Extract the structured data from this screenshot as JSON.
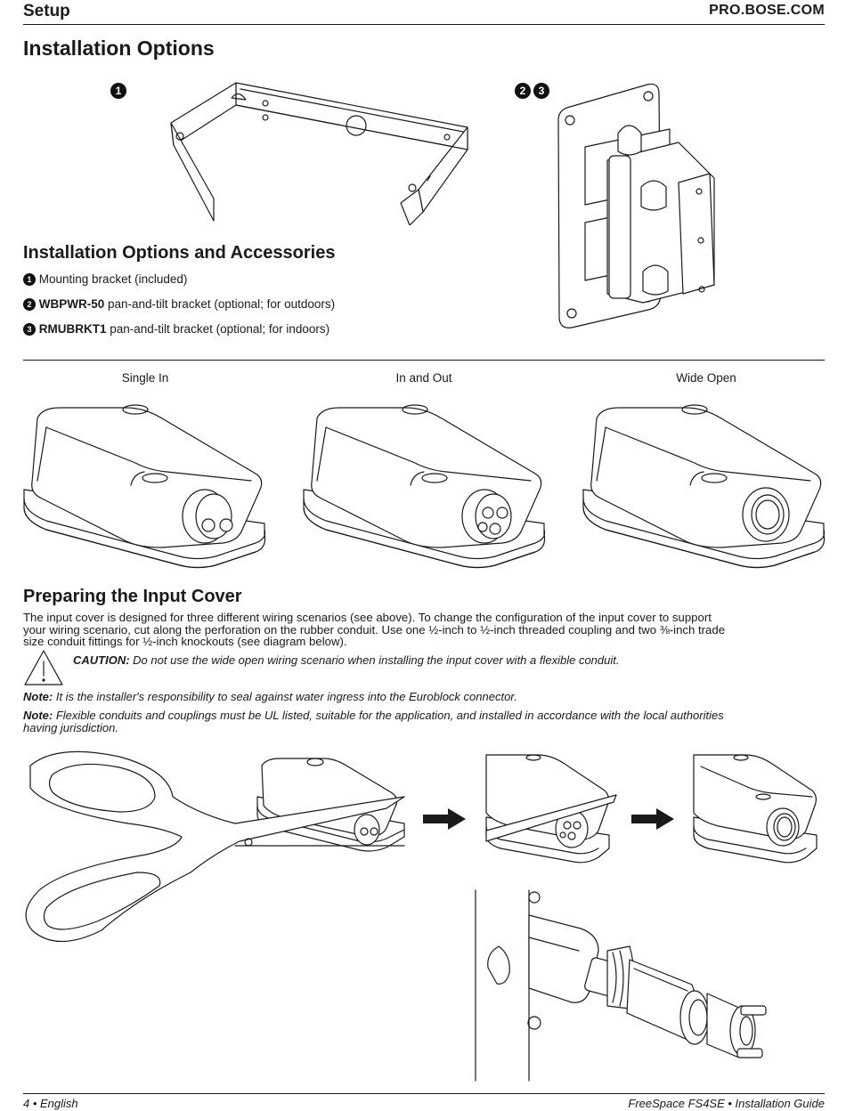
{
  "header": {
    "section": "Setup",
    "site": "PRO.BOSE.COM"
  },
  "title": "Installation Options",
  "figure_markers": {
    "bracket": "1",
    "pan_tilt_a": "2",
    "pan_tilt_b": "3"
  },
  "accessories": {
    "heading": "Installation Options and Accessories",
    "items": [
      {
        "num": "1",
        "bold": "",
        "text": "Mounting bracket (included)"
      },
      {
        "num": "2",
        "bold": "WBPWR-50",
        "text": " pan-and-tilt bracket (optional; for outdoors)"
      },
      {
        "num": "3",
        "bold": "RMUBRKT1",
        "text": " pan-and-tilt bracket (optional; for indoors)"
      }
    ]
  },
  "wiring": {
    "captions": [
      "Single In",
      "In and Out",
      "Wide Open"
    ]
  },
  "input_cover": {
    "heading": "Preparing the Input Cover",
    "paragraph_lines": [
      "The input cover is designed for three different wiring scenarios (see above). To change the configuration of the input cover to support",
      "your wiring scenario, cut along the perforation on the rubber conduit. Use one ½-inch to ½-inch threaded coupling and two ⅜-inch trade",
      "size conduit fittings for ½-inch knockouts (see diagram below)."
    ],
    "caution_label": "CAUTION:",
    "caution_text": " Do not use the wide open wiring scenario when installing the input cover with a flexible conduit.",
    "note1_label": "Note:",
    "note1_text": " It is the installer's responsibility to seal against water ingress into the Euroblock connector.",
    "note2_label": "Note:",
    "note2_lines": [
      " Flexible conduits and couplings must be UL listed, suitable for the application, and installed in accordance with the local authorities",
      "having jurisdiction."
    ]
  },
  "footer": {
    "page": "4 • English",
    "doc": "FreeSpace FS4SE • Installation Guide"
  }
}
